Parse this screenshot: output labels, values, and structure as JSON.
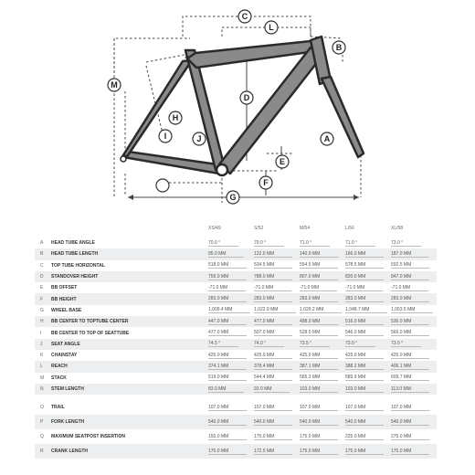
{
  "diagram": {
    "labels": [
      "A",
      "B",
      "C",
      "D",
      "E",
      "F",
      "G",
      "H",
      "I",
      "J",
      "L",
      "M"
    ]
  },
  "geometry": {
    "sizes": [
      "XS/49",
      "S/52",
      "M/54",
      "L/56",
      "XL/58"
    ],
    "rows": [
      {
        "letter": "A",
        "name": "Head Tube Angle",
        "values": [
          "70.0 °",
          "70.0 °",
          "71.0 °",
          "71.0 °",
          "73.0 °"
        ]
      },
      {
        "letter": "B",
        "name": "Head Tube Length",
        "values": [
          "95.0 MM",
          "122.0 MM",
          "140.0 MM",
          "166.0 MM",
          "187.0 MM"
        ]
      },
      {
        "letter": "C",
        "name": "Top Tube Horizontal",
        "values": [
          "518.0 MM",
          "534.5 MM",
          "554.5 MM",
          "578.5 MM",
          "592.5 MM"
        ]
      },
      {
        "letter": "D",
        "name": "Standover Height",
        "values": [
          "759.0 MM",
          "788.0 MM",
          "807.0 MM",
          "820.0 MM",
          "847.0 MM"
        ]
      },
      {
        "letter": "E",
        "name": "BB Offset",
        "values": [
          "-71.0 MM",
          "-71.0 MM",
          "-71.0 MM",
          "-71.0 MM",
          "-71.0 MM"
        ]
      },
      {
        "letter": "F",
        "name": "BB Height",
        "values": [
          "283.0 MM",
          "283.0 MM",
          "283.0 MM",
          "283.0 MM",
          "283.0 MM"
        ]
      },
      {
        "letter": "G",
        "name": "Wheel Base",
        "values": [
          "1,009.4 MM",
          "1,022.9 MM",
          "1,029.2 MM",
          "1,048.7 MM",
          "1,063.5 MM"
        ]
      },
      {
        "letter": "H",
        "name": "BB Center to Toptube Center",
        "values": [
          "447.0 MM",
          "477.0 MM",
          "498.0 MM",
          "516.0 MM",
          "536.0 MM"
        ]
      },
      {
        "letter": "I",
        "name": "BB Center to Top of Seattube",
        "values": [
          "477.0 MM",
          "507.0 MM",
          "528.0 MM",
          "546.0 MM",
          "566.0 MM"
        ]
      },
      {
        "letter": "J",
        "name": "Seat Angle",
        "values": [
          "74.5 °",
          "74.0 °",
          "73.5 °",
          "73.0 °",
          "73.0 °"
        ]
      },
      {
        "letter": "K",
        "name": "Chainstay",
        "values": [
          "425.0 MM",
          "425.0 MM",
          "425.0 MM",
          "425.0 MM",
          "425.0 MM"
        ]
      },
      {
        "letter": "L",
        "name": "Reach",
        "values": [
          "374.1 MM",
          "378.4 MM",
          "387.1 MM",
          "388.2 MM",
          "406.1 MM"
        ]
      },
      {
        "letter": "M",
        "name": "Stack",
        "values": [
          "519.0 MM",
          "544.4 MM",
          "565.3 MM",
          "589.9 MM",
          "609.7 MM"
        ]
      },
      {
        "letter": "N",
        "name": "Stem Length",
        "values": [
          "83.0 MM",
          "93.0 MM",
          "103.0 MM",
          "103.0 MM",
          "113.0 MM"
        ]
      }
    ],
    "rows2": [
      {
        "letter": "O",
        "name": "Trail",
        "values": [
          "107.0 MM",
          "107.0 MM",
          "107.0 MM",
          "107.0 MM",
          "107.0 MM"
        ]
      },
      {
        "letter": "P",
        "name": "Fork Length",
        "values": [
          "540.0 MM",
          "540.0 MM",
          "540.0 MM",
          "540.0 MM",
          "540.0 MM"
        ]
      },
      {
        "letter": "Q",
        "name": "Maximum Seatpost Insertion",
        "values": [
          "150.0 MM",
          "175.0 MM",
          "175.0 MM",
          "225.0 MM",
          "275.0 MM"
        ]
      },
      {
        "letter": "R",
        "name": "Crank Length",
        "values": [
          "170.0 MM",
          "172.5 MM",
          "175.0 MM",
          "175.0 MM",
          "175.0 MM"
        ]
      }
    ]
  }
}
